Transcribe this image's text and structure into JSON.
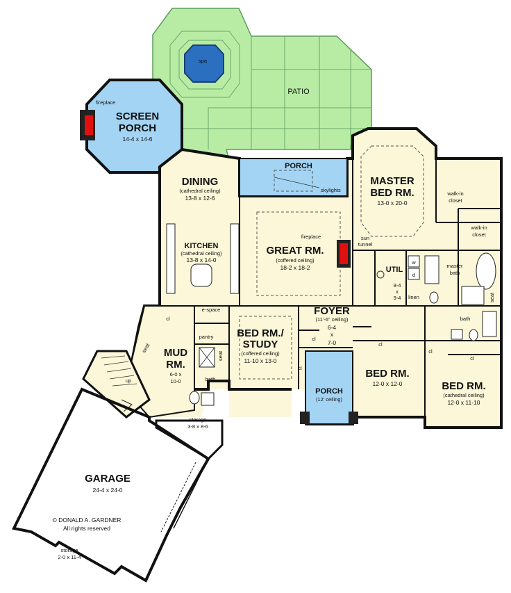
{
  "colors": {
    "interior": "#fbf7d8",
    "patio": "#b8eca4",
    "porch": "#a4d4f4",
    "spa": "#2a6fc0",
    "fireplace": "#e01010",
    "wall": "#111111"
  },
  "rooms": {
    "screen_porch": {
      "name1": "SCREEN",
      "name2": "PORCH",
      "dims": "14-4 x 14-6",
      "note": "fireplace"
    },
    "spa": {
      "name": "spa"
    },
    "patio": {
      "name": "PATIO"
    },
    "porch_rear": {
      "name": "PORCH",
      "note": "skylights"
    },
    "dining": {
      "name": "DINING",
      "ceiling": "(cathedral ceiling)",
      "dims": "13-8 x 12-6"
    },
    "kitchen": {
      "name": "KITCHEN",
      "ceiling": "(cathedral ceiling)",
      "dims": "13-8 x 14-0"
    },
    "great_room": {
      "name": "GREAT RM.",
      "ceiling": "(coffered ceiling)",
      "dims": "18-2 x 18-2",
      "note": "fireplace"
    },
    "master_bed": {
      "name1": "MASTER",
      "name2": "BED RM.",
      "dims": "13-0 x 20-0"
    },
    "walk_in_1": {
      "line1": "walk-in",
      "line2": "closet"
    },
    "walk_in_2": {
      "line1": "walk-in",
      "line2": "closet"
    },
    "sun_tunnel": {
      "line1": "sun",
      "line2": "tunnel"
    },
    "util": {
      "name": "UTIL",
      "dim1": "8-4",
      "dim2": "x",
      "dim3": "9-4",
      "w": "w",
      "d": "d"
    },
    "linen": {
      "name": "linen"
    },
    "master_bath": {
      "line1": "master",
      "line2": "bath"
    },
    "seat_master": {
      "name": "seat"
    },
    "foyer": {
      "name": "FOYER",
      "ceiling": "(11'-6\" ceiling)",
      "dim1": "6-4",
      "dim2": "x",
      "dim3": "7-0"
    },
    "bed_study": {
      "name1": "BED RM./",
      "name2": "STUDY",
      "ceiling": "(coffered ceiling)",
      "dims": "11-10 x 13-0"
    },
    "e_space": {
      "name": "e-space"
    },
    "pantry": {
      "name": "pantry"
    },
    "mud_room": {
      "name1": "MUD",
      "name2": "RM.",
      "dim1": "6-0 x",
      "dim2": "10-0"
    },
    "bath_mud": {
      "name": "bath"
    },
    "seat_mud1": {
      "name": "seat"
    },
    "seat_mud2": {
      "name": "seat"
    },
    "up": {
      "name": "up"
    },
    "porch_front": {
      "name": "PORCH",
      "ceiling": "(12' ceiling)"
    },
    "bed2": {
      "name": "BED RM.",
      "dims": "12-0 x 12-0"
    },
    "bed3": {
      "name": "BED RM.",
      "ceiling": "(cathedral ceiling)",
      "dims": "12-0 x 11-10"
    },
    "bath_beds": {
      "name": "bath"
    },
    "storage_small": {
      "name": "storage",
      "dims": "3-8 x 8-6"
    },
    "garage": {
      "name": "GARAGE",
      "dims": "24-4 x 24-0"
    },
    "storage_garage": {
      "name": "storage",
      "dims": "2-0 x 11-4"
    }
  },
  "closets": [
    "cl",
    "cl",
    "cl",
    "cl",
    "cl",
    "cl"
  ],
  "copyright": {
    "line1": "© DONALD A. GARDNER",
    "line2": "All rights reserved"
  }
}
